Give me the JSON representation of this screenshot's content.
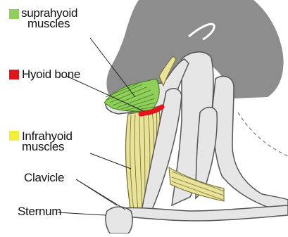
{
  "labels": {
    "suprahyoid_line1": "suprahyoid",
    "suprahyoid_line2": "muscles",
    "hyoid": "Hyoid bone",
    "infrahyoid_line1": "Infrahyoid",
    "infrahyoid_line2": "muscles",
    "clavicle": "Clavicle",
    "sternum": "Sternum"
  },
  "colors": {
    "head": "#8d8d8d",
    "bone_fill": "#e6e6e6",
    "bone_stroke": "#555555",
    "suprahyoid": "#8fcf5a",
    "hyoid": "#e4141d",
    "infrahyoid": "#f2ee3a",
    "muscle_fill": "#e9e39a",
    "muscle_stroke": "#6e6a2e"
  }
}
